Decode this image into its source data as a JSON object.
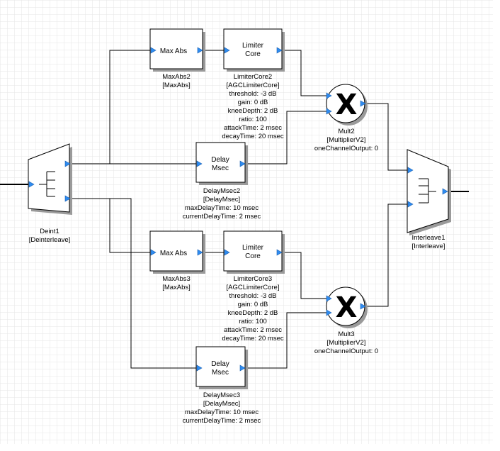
{
  "blocks": {
    "deint1": {
      "name": "Deint1",
      "type": "[Deinterleave]"
    },
    "maxabs2": {
      "inner": "Max Abs",
      "name": "MaxAbs2",
      "type": "[MaxAbs]"
    },
    "limiter2": {
      "inner1": "Limiter",
      "inner2": "Core",
      "name": "LimiterCore2",
      "type": "[AGCLimiterCore]",
      "p1": "threshold: -3 dB",
      "p2": "gain: 0 dB",
      "p3": "kneeDepth: 2 dB",
      "p4": "ratio: 100",
      "p5": "attackTime: 2 msec",
      "p6": "decayTime: 20 msec"
    },
    "mult2": {
      "inner": "X",
      "name": "Mult2",
      "type": "[MultiplierV2]",
      "p1": "oneChannelOutput: 0"
    },
    "delay2": {
      "inner1": "Delay",
      "inner2": "Msec",
      "name": "DelayMsec2",
      "type": "[DelayMsec]",
      "p1": "maxDelayTime: 10 msec",
      "p2": "currentDelayTime: 2 msec"
    },
    "maxabs3": {
      "inner": "Max Abs",
      "name": "MaxAbs3",
      "type": "[MaxAbs]"
    },
    "limiter3": {
      "inner1": "Limiter",
      "inner2": "Core",
      "name": "LimiterCore3",
      "type": "[AGCLimiterCore]",
      "p1": "threshold: -3 dB",
      "p2": "gain: 0 dB",
      "p3": "kneeDepth: 2 dB",
      "p4": "ratio: 100",
      "p5": "attackTime: 2 msec",
      "p6": "decayTime: 20 msec"
    },
    "mult3": {
      "inner": "X",
      "name": "Mult3",
      "type": "[MultiplierV2]",
      "p1": "oneChannelOutput: 0"
    },
    "delay3": {
      "inner1": "Delay",
      "inner2": "Msec",
      "name": "DelayMsec3",
      "type": "[DelayMsec]",
      "p1": "maxDelayTime: 10 msec",
      "p2": "currentDelayTime: 2 msec"
    },
    "interleave1": {
      "name": "Interleave1",
      "type": "[Interleave]"
    }
  },
  "colors": {
    "grid": "#e4e4e4",
    "pin": "#2f8cf0",
    "wire": "#000000",
    "block_fill": "#ffffff",
    "shadow": "#9a9a9a"
  }
}
